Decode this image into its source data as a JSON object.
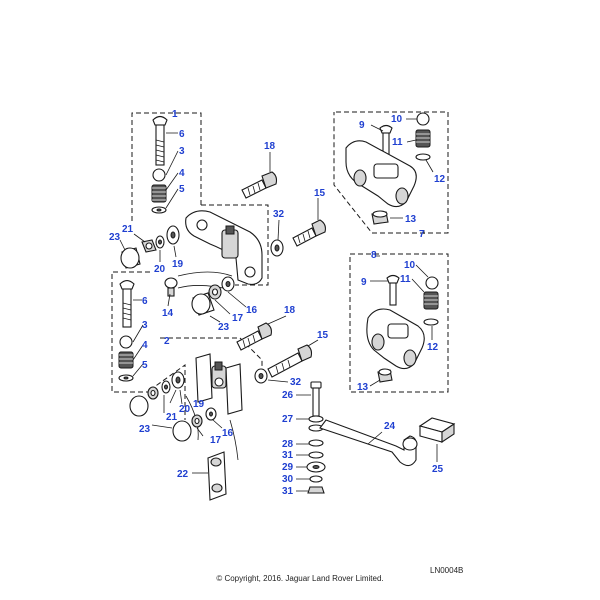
{
  "callouts": {
    "c1": "1",
    "c6a": "6",
    "c3a": "3",
    "c4a": "4",
    "c5a": "5",
    "c18a": "18",
    "c15a": "15",
    "c32a": "32",
    "c21a": "21",
    "c23a": "23",
    "c20a": "20",
    "c19a": "19",
    "c14": "14",
    "c16a": "16",
    "c17a": "17",
    "c23b": "23",
    "c6b": "6",
    "c3b": "3",
    "c4b": "4",
    "c5b": "5",
    "c2": "2",
    "c18b": "18",
    "c15b": "15",
    "c32b": "32",
    "c20b": "20",
    "c19b": "19",
    "c21b": "21",
    "c23c": "23",
    "c17b": "17",
    "c16b": "16",
    "c22": "22",
    "c10a": "10",
    "c9a": "9",
    "c11a": "11",
    "c12a": "12",
    "c13a": "13",
    "c7": "7",
    "c8": "8",
    "c9b": "9",
    "c10b": "10",
    "c11b": "11",
    "c12b": "12",
    "c13b": "13",
    "c26": "26",
    "c27": "27",
    "c28": "28",
    "c31a": "31",
    "c29": "29",
    "c30": "30",
    "c31b": "31",
    "c24": "24",
    "c25": "25"
  },
  "diagram_id": "LN0004B",
  "copyright": "© Copyright, 2016. Jaguar Land Rover Limited."
}
